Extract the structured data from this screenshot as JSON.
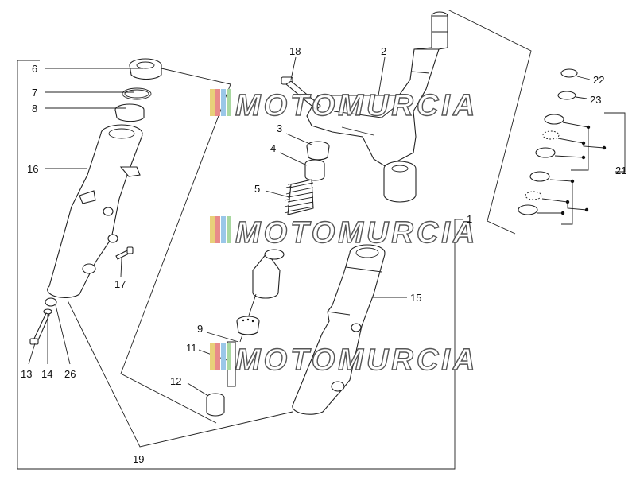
{
  "watermark": {
    "text": "MOTOMURCIA",
    "stripe_colors": [
      "#e8d07a",
      "#e88a8a",
      "#9ac7e8",
      "#a8d8a0"
    ]
  },
  "callouts": {
    "c1": "1",
    "c2": "2",
    "c3": "3",
    "c4": "4",
    "c5": "5",
    "c6": "6",
    "c7": "7",
    "c8": "8",
    "c9": "9",
    "c11": "11",
    "c12": "12",
    "c13": "13",
    "c14": "14",
    "c15": "15",
    "c16": "16",
    "c17": "17",
    "c18": "18",
    "c19": "19",
    "c21": "21",
    "c22": "22",
    "c23": "23",
    "c26": "26"
  }
}
